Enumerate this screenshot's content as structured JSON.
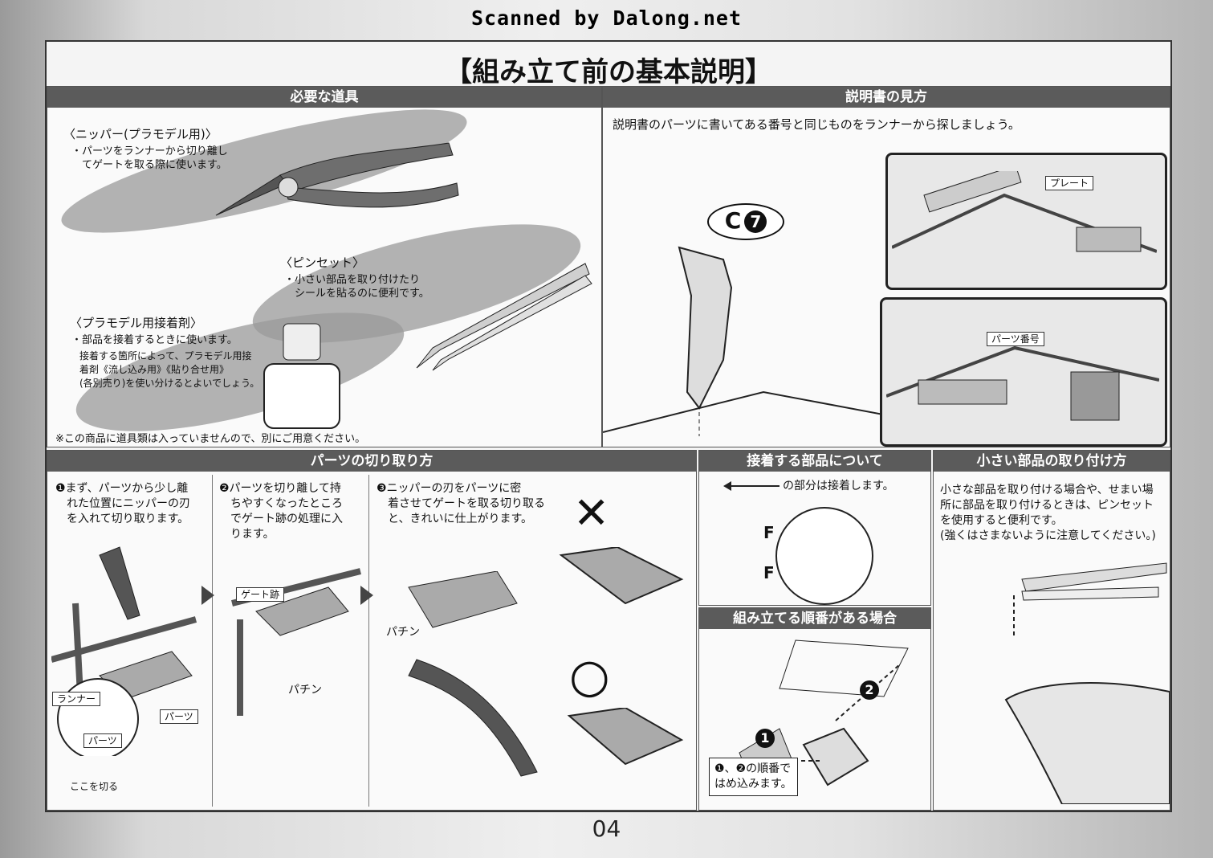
{
  "watermark": "Scanned by Dalong.net",
  "title": "【組み立て前の基本説明】",
  "tools": {
    "header": "必要な道具",
    "nipper_title": "〈ニッパー(プラモデル用)〉",
    "nipper_desc": "・パーツをランナーから切り離し\n　てゲートを取る際に使います。",
    "tweezers_title": "〈ピンセット〉",
    "tweezers_desc": "・小さい部品を取り付けたり\n　シールを貼るのに便利です。",
    "glue_title": "〈プラモデル用接着剤〉",
    "glue_desc": "・部品を接着するときに使います。",
    "glue_note": "接着する箇所によって、プラモデル用接\n着剤《流し込み用》《貼り合せ用》\n(各別売り)を使い分けるとよいでしょう。",
    "footnote": "※この商品に道具類は入っていませんので、別にご用意ください。"
  },
  "manual": {
    "header": "説明書の見方",
    "desc": "説明書のパーツに書いてある番号と同じものをランナーから探しましょう。",
    "part_code": "C",
    "part_num": "7",
    "label_plate": "プレート",
    "label_part_number": "パーツ番号"
  },
  "cutting": {
    "header": "パーツの切り取り方",
    "step1": "❶まず、パーツから少し離\n　れた位置にニッパーの刃\n　を入れて切り取ります。",
    "step2": "❷パーツを切り離して持\n　ちやすくなったところ\n　でゲート跡の処理に入\n　ります。",
    "step3": "❸ニッパーの刃をパーツに密\n　着させてゲートを取る切り取る\n　と、きれいに仕上がります。",
    "label_runner": "ランナー",
    "label_parts": "パーツ",
    "label_gate": "ゲート跡",
    "label_cut": "ここを切る",
    "label_runner_part": "パーツ",
    "sfx_pachin1": "パチン",
    "sfx_pachin2": "パチン",
    "mark_bad": "✕",
    "mark_good": "○"
  },
  "glue_parts": {
    "header": "接着する部品について",
    "desc": "の部分は接着します。",
    "label_f1": "F",
    "label_f2": "F"
  },
  "order": {
    "header": "組み立てる順番がある場合",
    "note": "❶、❷の順番で\nはめ込みます。",
    "num1": "1",
    "num2": "2"
  },
  "small_parts": {
    "header": "小さい部品の取り付け方",
    "desc": "小さな部品を取り付ける場合や、せまい場\n所に部品を取り付けるときは、ピンセット\nを使用すると便利です。\n(強くはさまないように注意してください。)"
  },
  "page_number": "04",
  "colors": {
    "header": "#5b5b5b",
    "oval": "#9a9a9a",
    "frame": "#333333"
  }
}
